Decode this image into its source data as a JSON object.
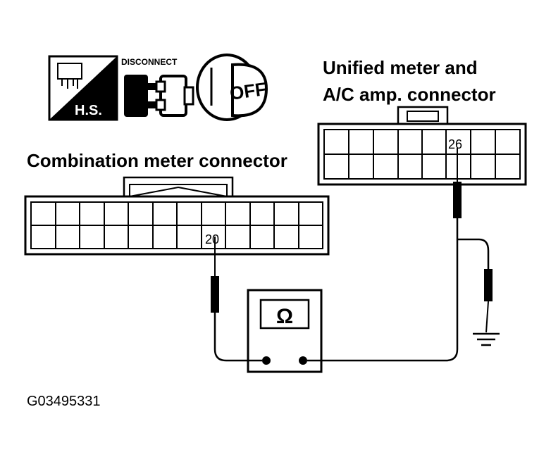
{
  "icons": {
    "harness_label": "H.S.",
    "disconnect_label": "DISCONNECT",
    "ignition_label": "OFF"
  },
  "connectors": {
    "combination": {
      "label": "Combination meter connector",
      "pin": "20"
    },
    "unified": {
      "label_line1": "Unified meter and",
      "label_line2": "A/C amp. connector",
      "pin": "26"
    }
  },
  "meter": {
    "symbol": "Ω"
  },
  "figure_code": "G03495331"
}
